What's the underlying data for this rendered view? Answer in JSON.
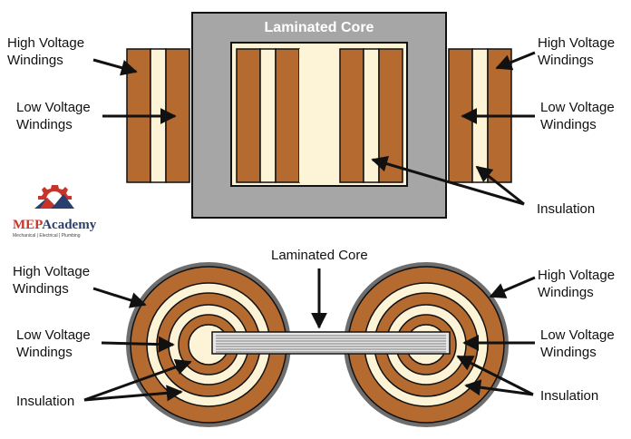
{
  "core_title": "Laminated Core",
  "labels": {
    "hv_top_left": [
      "High Voltage",
      "Windings"
    ],
    "lv_top_left": [
      "Low Voltage",
      "Windings"
    ],
    "hv_top_right": [
      "High Voltage",
      "Windings"
    ],
    "lv_top_right": [
      "Low Voltage",
      "Windings"
    ],
    "insulation_top": "Insulation",
    "core_bottom": "Laminated Core",
    "hv_bottom_left": [
      "High Voltage",
      "Windings"
    ],
    "lv_bottom_left": [
      "Low Voltage",
      "Windings"
    ],
    "insulation_bottom_left": "Insulation",
    "hv_bottom_right": [
      "High Voltage",
      "Windings"
    ],
    "lv_bottom_right": [
      "Low Voltage",
      "Windings"
    ],
    "insulation_bottom_right": "Insulation"
  },
  "logo": {
    "brand_prefix": "MEP",
    "brand_suffix": "Academy",
    "tagline": "Mechanical | Electrical | Plumbing"
  },
  "colors": {
    "winding": "#b56a30",
    "insulation": "#fdf3d6",
    "core": "#a6a6a6",
    "outline": "#111111",
    "outer_ring": "#6e6e6e",
    "logo_red": "#c7342a",
    "logo_navy": "#2a3f6e"
  }
}
